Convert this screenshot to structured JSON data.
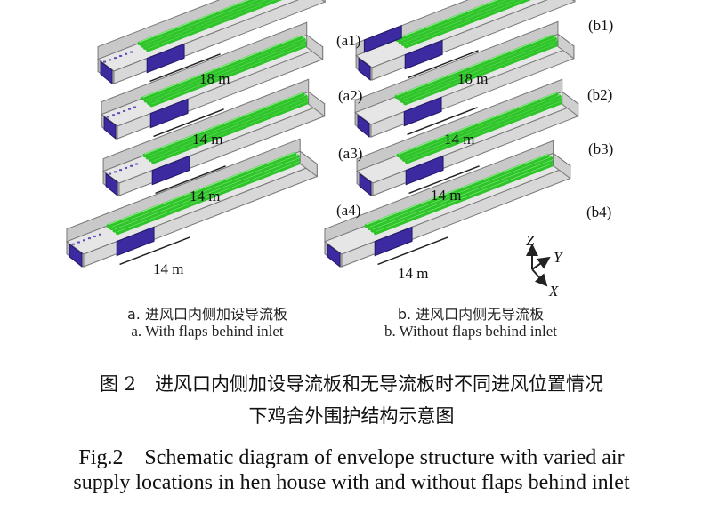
{
  "panels": {
    "a1": {
      "tag": "(a1)",
      "dim": "18 m"
    },
    "a2": {
      "tag": "(a2)",
      "dim": "14 m"
    },
    "a3": {
      "tag": "(a3)",
      "dim": "14 m"
    },
    "a4": {
      "tag": "(a4)",
      "dim": "14 m"
    },
    "b1": {
      "tag": "(b1)",
      "dim": "18 m"
    },
    "b2": {
      "tag": "(b2)",
      "dim": "14 m"
    },
    "b3": {
      "tag": "(b3)",
      "dim": "14 m"
    },
    "b4": {
      "tag": "(b4)",
      "dim": "14 m"
    }
  },
  "axes": {
    "z": "Z",
    "y": "Y",
    "x": "X"
  },
  "legend": {
    "a_cn": "a. 进风口内侧加设导流板",
    "a_en": "a. With flaps behind inlet",
    "b_cn": "b. 进风口内侧无导流板",
    "b_en": "b. Without flaps behind inlet"
  },
  "caption": {
    "cn_line1": "图 2　进风口内侧加设导流板和无导流板时不同进风位置情况",
    "cn_line2": "下鸡舍外围护结构示意图",
    "en_line1": "Fig.2　Schematic diagram of envelope structure with varied air",
    "en_line2": "supply locations in hen house with and without flaps behind inlet"
  },
  "colors": {
    "flap": "#3b2aa0",
    "cage": "#2fc42a",
    "wall": "#c9c9c9"
  }
}
